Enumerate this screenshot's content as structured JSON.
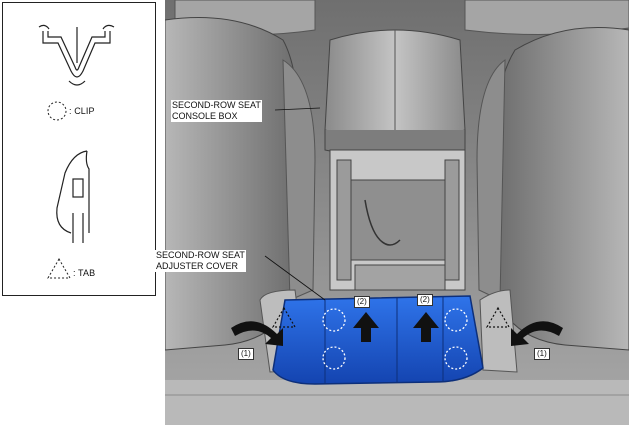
{
  "legend": {
    "clip_label": ": CLIP",
    "tab_label": ": TAB"
  },
  "callouts": {
    "console_box": "SECOND-ROW SEAT\nCONSOLE BOX",
    "adjuster_cover": "SECOND-ROW SEAT\nADJUSTER COVER"
  },
  "steps": {
    "step1": "(1)",
    "step2": "(2)"
  },
  "colors": {
    "cover_blue": "#1f5fd6",
    "interior_gray": "#8d8d8d",
    "outline": "#222222"
  }
}
